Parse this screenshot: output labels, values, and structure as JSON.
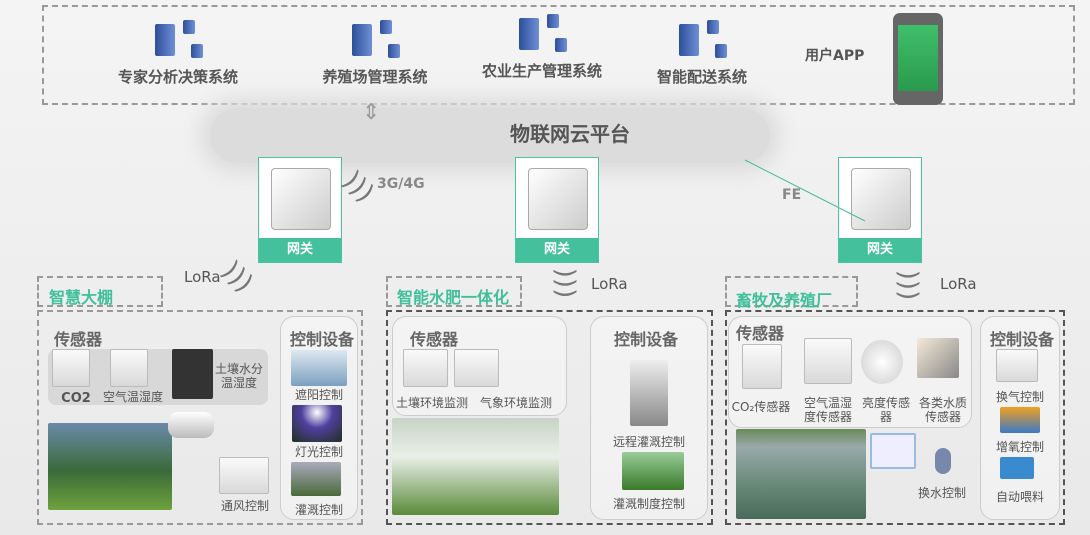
{
  "systems": [
    {
      "label": "专家分析决策系统"
    },
    {
      "label": "养殖场管理系统"
    },
    {
      "label": "农业生产管理系统"
    },
    {
      "label": "智能配送系统"
    }
  ],
  "app": {
    "label": "用户APP"
  },
  "cloud": {
    "label": "物联网云平台"
  },
  "gateways": [
    {
      "label": "网关"
    },
    {
      "label": "网关"
    },
    {
      "label": "网关"
    }
  ],
  "links": {
    "g3g4g": "3G/4G",
    "fe": "FE",
    "lora": "LoRa"
  },
  "greenhouse": {
    "title": "智慧大棚",
    "sensors_title": "传感器",
    "sensors": [
      "CO2",
      "空气温湿度",
      "土壤水分温湿度"
    ],
    "controls_title": "控制设备",
    "controls": [
      "遮阳控制",
      "灯光控制",
      "灌溉控制"
    ],
    "fan": "通风控制"
  },
  "fertigation": {
    "title": "智能水肥一体化",
    "sensors_title": "传感器",
    "sensors": [
      "土壤环境监测",
      "气象环境监测"
    ],
    "controls_title": "控制设备",
    "controls": [
      "远程灌溉控制",
      "灌溉制度控制"
    ]
  },
  "livestock": {
    "title": "畜牧及养殖厂",
    "sensors_title": "传感器",
    "sensors": [
      "CO₂传感器",
      "空气温湿度传感器",
      "亮度传感器",
      "各类水质传感器"
    ],
    "controls_title": "控制设备",
    "controls": [
      "换气控制",
      "增氧控制",
      "自动喂料"
    ],
    "water": "换水控制"
  },
  "colors": {
    "accent": "#44c19c"
  }
}
